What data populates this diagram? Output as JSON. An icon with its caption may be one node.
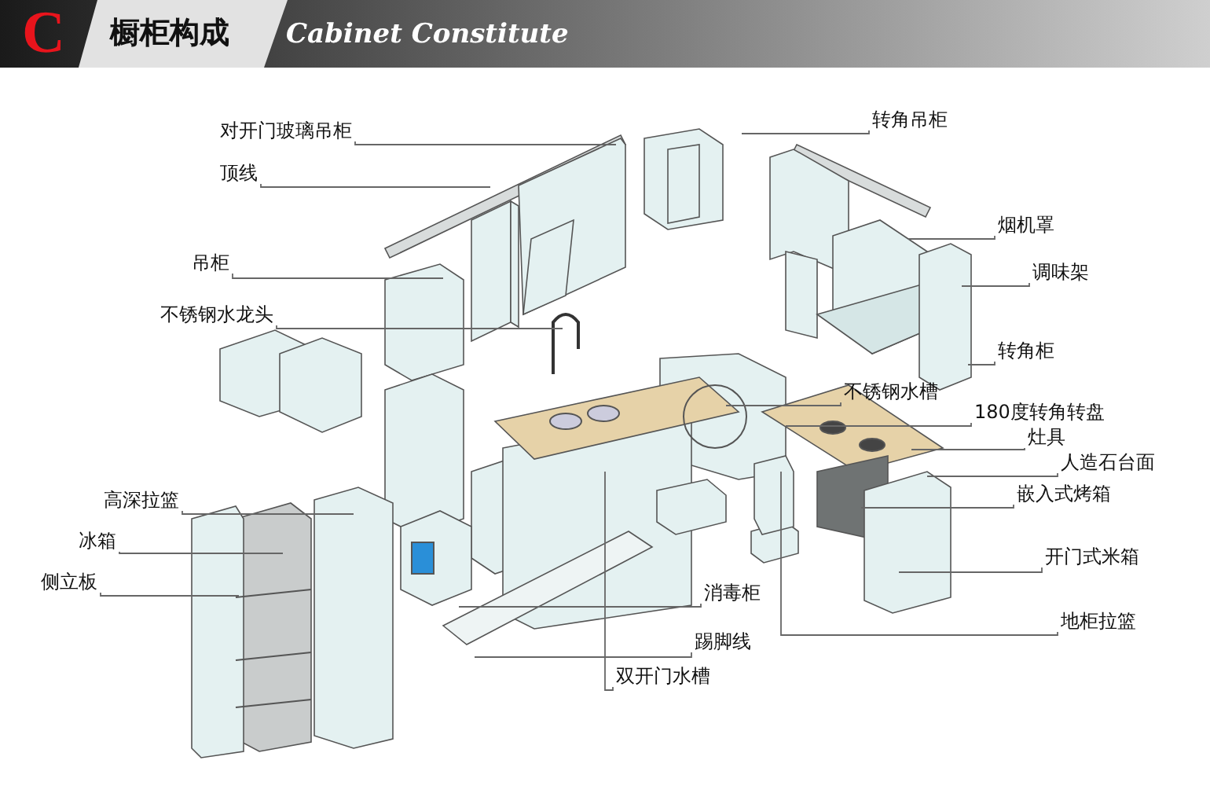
{
  "diagram": {
    "title": "橱柜构成",
    "labels": [
      "C",
      "Cabinet Constitute"
    ],
    "nodes": [
      {
        "text": [
          "对开门玻璃吊柜"
        ]
      },
      {
        "text": [
          "顶线"
        ]
      },
      {
        "text": [
          "吊柜"
        ]
      },
      {
        "text": [
          "不锈钢水龙头"
        ]
      },
      {
        "text": [
          "高深拉篮"
        ]
      },
      {
        "text": [
          "冰箱"
        ]
      },
      {
        "text": [
          "侧立板"
        ]
      },
      {
        "text": [
          "转角吊柜"
        ]
      },
      {
        "text": [
          "烟机罩"
        ]
      },
      {
        "text": [
          "调味架"
        ]
      },
      {
        "text": [
          "转角柜"
        ]
      },
      {
        "text": [
          "不锈钢水槽"
        ]
      },
      {
        "text": [
          "180度转角转盘"
        ]
      },
      {
        "text": [
          "灶具"
        ]
      },
      {
        "text": [
          "人造石台面"
        ]
      },
      {
        "text": [
          "嵌入式烤箱"
        ]
      },
      {
        "text": [
          "开门式米箱"
        ]
      },
      {
        "text": [
          "地柜拉篮"
        ]
      },
      {
        "text": [
          "消毒柜"
        ]
      },
      {
        "text": [
          "踢脚线"
        ]
      },
      {
        "text": [
          "双开门水槽"
        ]
      }
    ],
    "edges": [
      {
        "from": 0,
        "to": null,
        "arrow": "none"
      },
      {
        "from": 1,
        "to": null,
        "arrow": "none"
      },
      {
        "from": 2,
        "to": null,
        "arrow": "none"
      },
      {
        "from": 3,
        "to": null,
        "arrow": "none"
      },
      {
        "from": 4,
        "to": null,
        "arrow": "none"
      },
      {
        "from": 5,
        "to": null,
        "arrow": "none"
      },
      {
        "from": 6,
        "to": null,
        "arrow": "none"
      },
      {
        "from": 7,
        "to": null,
        "arrow": "none"
      },
      {
        "from": 8,
        "to": null,
        "arrow": "none"
      },
      {
        "from": 9,
        "to": null,
        "arrow": "none"
      },
      {
        "from": 10,
        "to": null,
        "arrow": "none"
      },
      {
        "from": 11,
        "to": null,
        "arrow": "none"
      },
      {
        "from": 12,
        "to": null,
        "arrow": "none"
      },
      {
        "from": 13,
        "to": null,
        "arrow": "none"
      },
      {
        "from": 14,
        "to": null,
        "arrow": "none"
      },
      {
        "from": 15,
        "to": null,
        "arrow": "none"
      },
      {
        "from": 16,
        "to": null,
        "arrow": "none"
      },
      {
        "from": 17,
        "to": null,
        "arrow": "none"
      },
      {
        "from": 18,
        "to": null,
        "arrow": "none"
      },
      {
        "from": 19,
        "to": null,
        "arrow": "none"
      },
      {
        "from": 20,
        "to": null,
        "arrow": "none"
      }
    ]
  }
}
